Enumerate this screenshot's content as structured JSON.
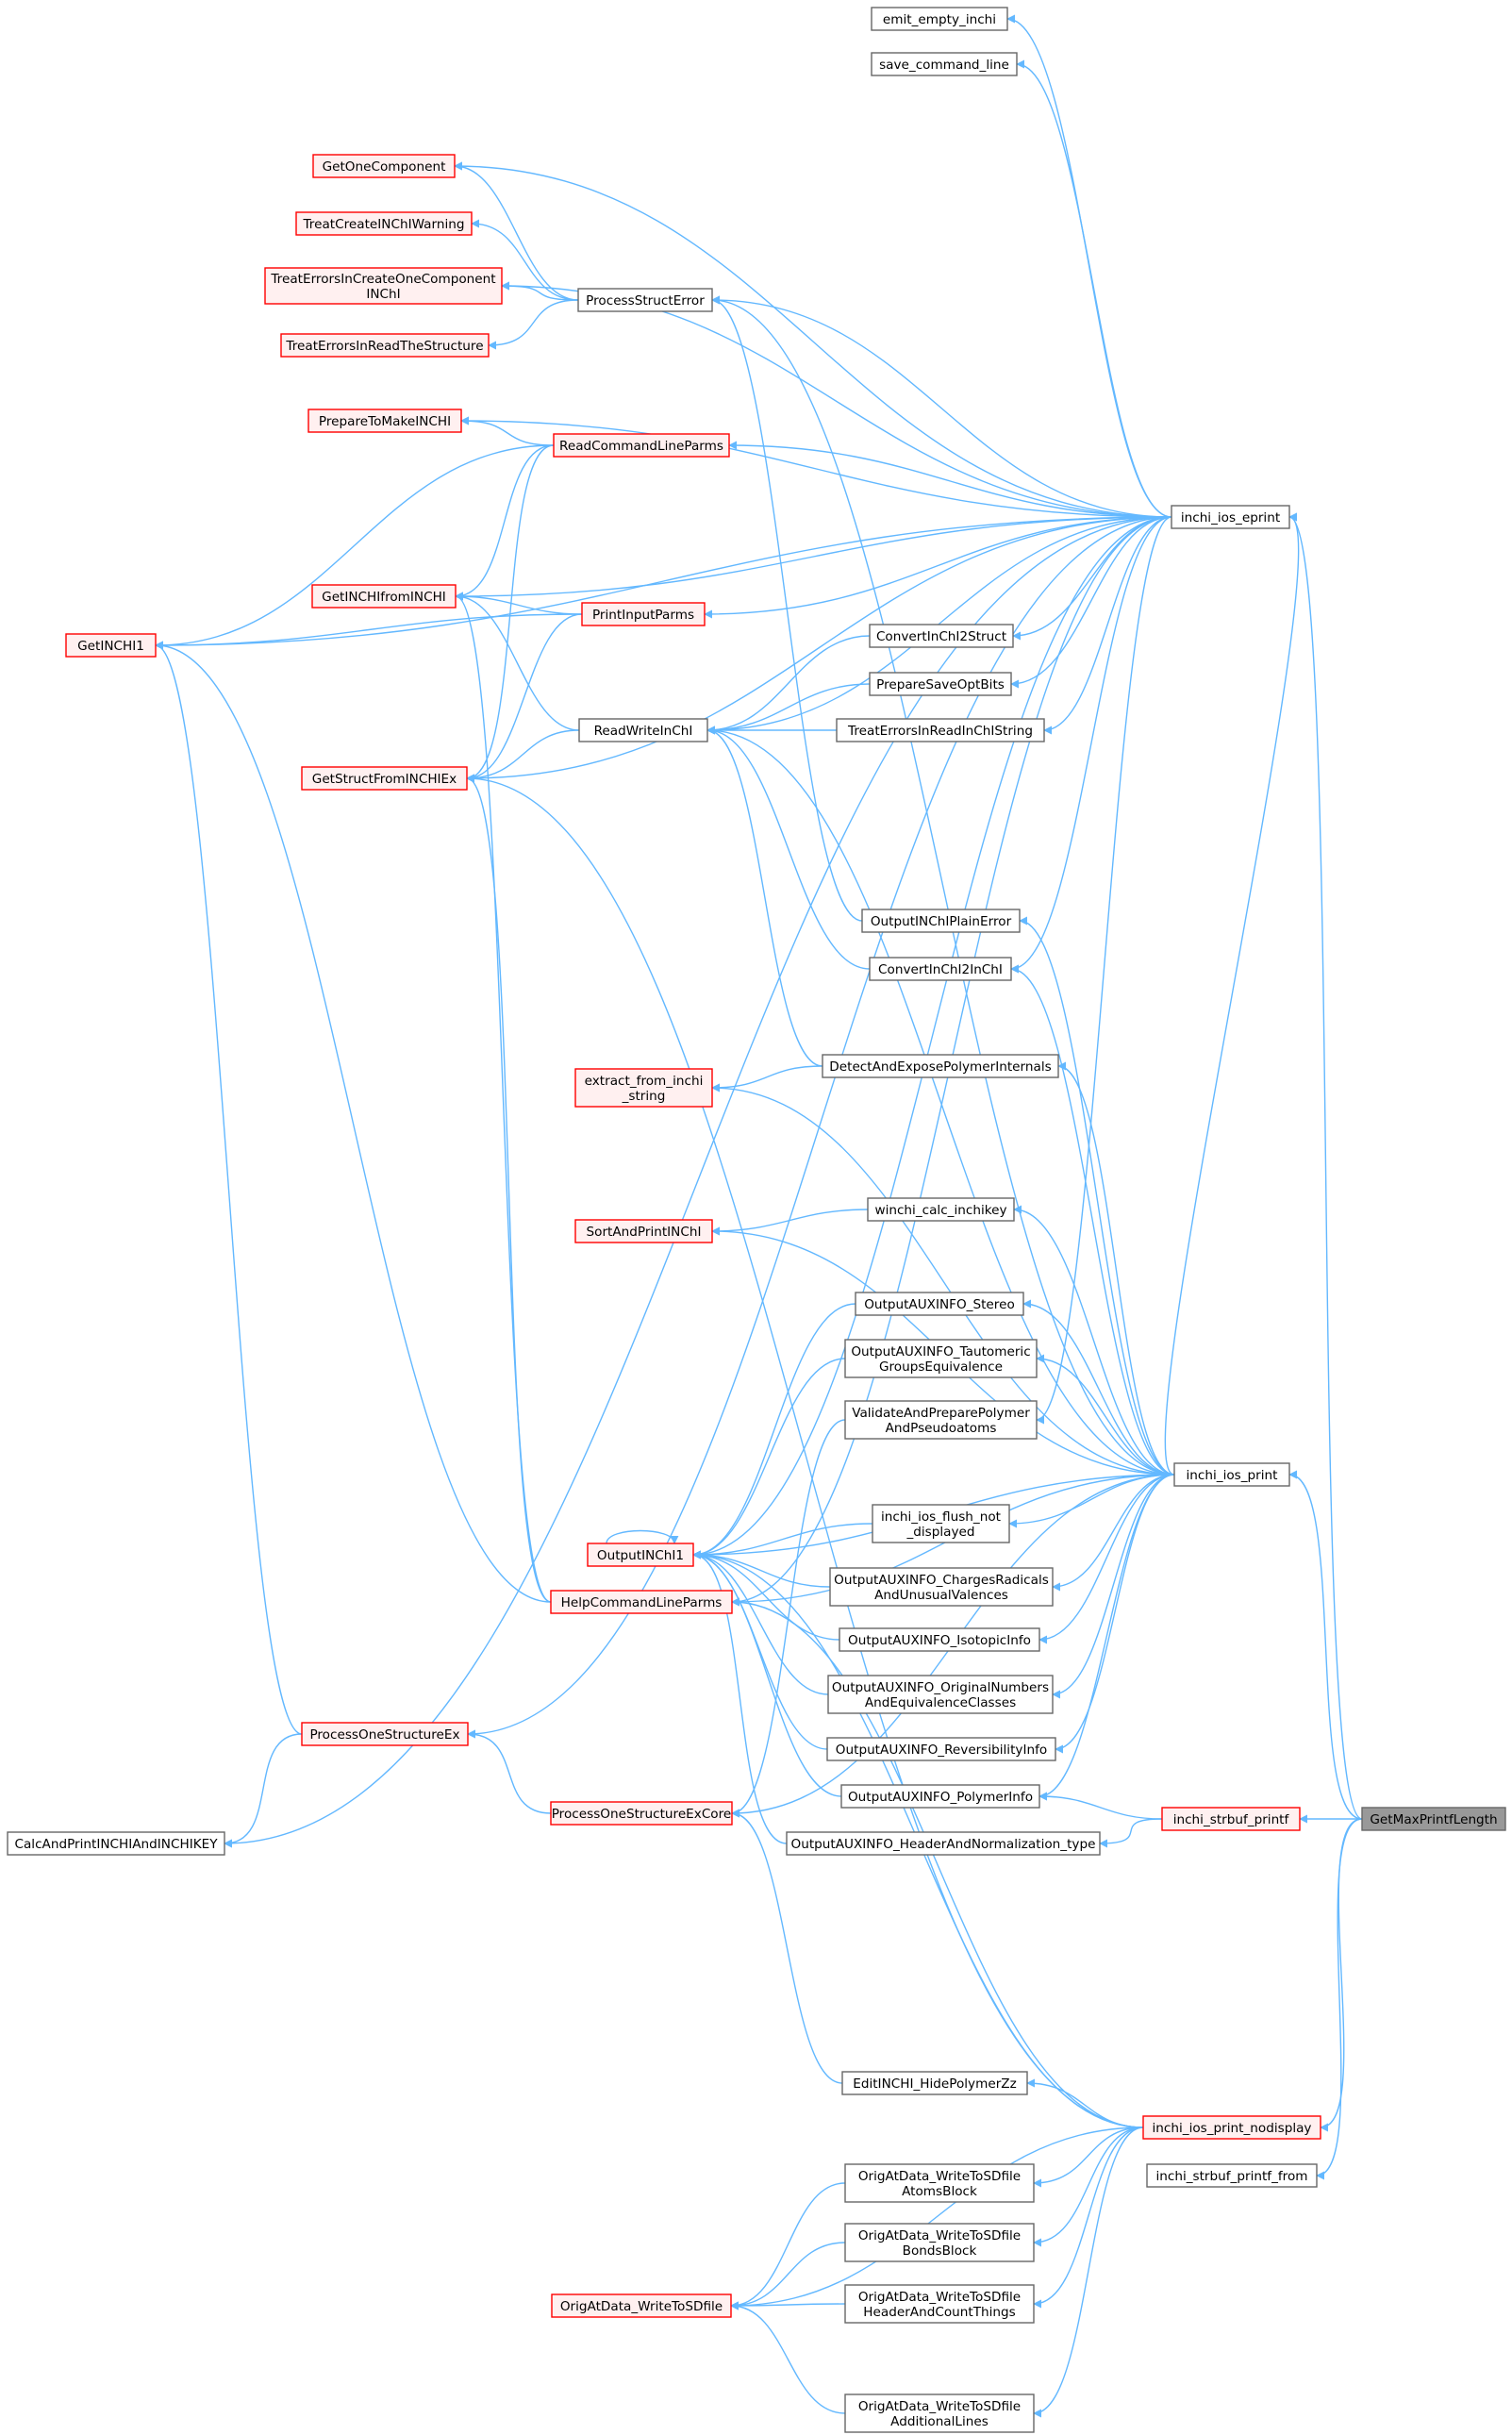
{
  "nodes": [
    {
      "id": "emit_empty_inchi",
      "lines": [
        "emit_empty_inchi"
      ],
      "style": "default"
    },
    {
      "id": "save_command_line",
      "lines": [
        "save_command_line"
      ],
      "style": "default"
    },
    {
      "id": "GetOneComponent",
      "lines": [
        "GetOneComponent"
      ],
      "style": "red"
    },
    {
      "id": "TreatCreateINChIWarning",
      "lines": [
        "TreatCreateINChIWarning"
      ],
      "style": "red"
    },
    {
      "id": "TreatErrorsInCreateOneComponentINChI",
      "lines": [
        "TreatErrorsInCreateOneComponent",
        "INChI"
      ],
      "style": "red"
    },
    {
      "id": "ProcessStructError",
      "lines": [
        "ProcessStructError"
      ],
      "style": "default"
    },
    {
      "id": "TreatErrorsInReadTheStructure",
      "lines": [
        "TreatErrorsInReadTheStructure"
      ],
      "style": "red"
    },
    {
      "id": "PrepareToMakeINCHI",
      "lines": [
        "PrepareToMakeINCHI"
      ],
      "style": "red"
    },
    {
      "id": "ReadCommandLineParms",
      "lines": [
        "ReadCommandLineParms"
      ],
      "style": "red"
    },
    {
      "id": "inchi_ios_eprint",
      "lines": [
        "inchi_ios_eprint"
      ],
      "style": "default"
    },
    {
      "id": "GetINCHIfromINCHI",
      "lines": [
        "GetINCHIfromINCHI"
      ],
      "style": "red"
    },
    {
      "id": "PrintInputParms",
      "lines": [
        "PrintInputParms"
      ],
      "style": "red"
    },
    {
      "id": "GetINCHI1",
      "lines": [
        "GetINCHI1"
      ],
      "style": "red"
    },
    {
      "id": "ConvertInChI2Struct",
      "lines": [
        "ConvertInChI2Struct"
      ],
      "style": "default"
    },
    {
      "id": "PrepareSaveOptBits",
      "lines": [
        "PrepareSaveOptBits"
      ],
      "style": "default"
    },
    {
      "id": "ReadWriteInChI",
      "lines": [
        "ReadWriteInChI"
      ],
      "style": "default"
    },
    {
      "id": "TreatErrorsInReadInChIString",
      "lines": [
        "TreatErrorsInReadInChIString"
      ],
      "style": "default"
    },
    {
      "id": "GetStructFromINCHIEx",
      "lines": [
        "GetStructFromINCHIEx"
      ],
      "style": "red"
    },
    {
      "id": "OutputINChIPlainError",
      "lines": [
        "OutputINChIPlainError"
      ],
      "style": "default"
    },
    {
      "id": "ConvertInChI2InChI",
      "lines": [
        "ConvertInChI2InChI"
      ],
      "style": "default"
    },
    {
      "id": "DetectAndExposePolymerInternals",
      "lines": [
        "DetectAndExposePolymerInternals"
      ],
      "style": "default"
    },
    {
      "id": "extract_from_inchi_string",
      "lines": [
        "extract_from_inchi",
        "_string"
      ],
      "style": "red"
    },
    {
      "id": "winchi_calc_inchikey",
      "lines": [
        "winchi_calc_inchikey"
      ],
      "style": "default"
    },
    {
      "id": "SortAndPrintINChI",
      "lines": [
        "SortAndPrintINChI"
      ],
      "style": "red"
    },
    {
      "id": "OutputAUXINFO_Stereo",
      "lines": [
        "OutputAUXINFO_Stereo"
      ],
      "style": "default"
    },
    {
      "id": "OutputAUXINFO_TautomericGroupsEquivalence",
      "lines": [
        "OutputAUXINFO_Tautomeric",
        "GroupsEquivalence"
      ],
      "style": "default"
    },
    {
      "id": "ValidateAndPreparePolymerAndPseudoatoms",
      "lines": [
        "ValidateAndPreparePolymer",
        "AndPseudoatoms"
      ],
      "style": "default"
    },
    {
      "id": "inchi_ios_print",
      "lines": [
        "inchi_ios_print"
      ],
      "style": "default"
    },
    {
      "id": "inchi_ios_flush_not_displayed",
      "lines": [
        "inchi_ios_flush_not",
        "_displayed"
      ],
      "style": "default"
    },
    {
      "id": "OutputINChI1",
      "lines": [
        "OutputINChI1"
      ],
      "style": "red"
    },
    {
      "id": "OutputAUXINFO_ChargesRadicalsAndUnusualValences",
      "lines": [
        "OutputAUXINFO_ChargesRadicals",
        "AndUnusualValences"
      ],
      "style": "default"
    },
    {
      "id": "HelpCommandLineParms",
      "lines": [
        "HelpCommandLineParms"
      ],
      "style": "red"
    },
    {
      "id": "OutputAUXINFO_IsotopicInfo",
      "lines": [
        "OutputAUXINFO_IsotopicInfo"
      ],
      "style": "default"
    },
    {
      "id": "OutputAUXINFO_OriginalNumbersAndEquivalenceClasses",
      "lines": [
        "OutputAUXINFO_OriginalNumbers",
        "AndEquivalenceClasses"
      ],
      "style": "default"
    },
    {
      "id": "ProcessOneStructureEx",
      "lines": [
        "ProcessOneStructureEx"
      ],
      "style": "red"
    },
    {
      "id": "OutputAUXINFO_ReversibilityInfo",
      "lines": [
        "OutputAUXINFO_ReversibilityInfo"
      ],
      "style": "default"
    },
    {
      "id": "OutputAUXINFO_PolymerInfo",
      "lines": [
        "OutputAUXINFO_PolymerInfo"
      ],
      "style": "default"
    },
    {
      "id": "inchi_strbuf_printf",
      "lines": [
        "inchi_strbuf_printf"
      ],
      "style": "red"
    },
    {
      "id": "GetMaxPrintfLength",
      "lines": [
        "GetMaxPrintfLength"
      ],
      "style": "focus"
    },
    {
      "id": "CalcAndPrintINCHIAndINCHIKEY",
      "lines": [
        "CalcAndPrintINCHIAndINCHIKEY"
      ],
      "style": "default"
    },
    {
      "id": "ProcessOneStructureExCore",
      "lines": [
        "ProcessOneStructureExCore"
      ],
      "style": "red"
    },
    {
      "id": "OutputAUXINFO_HeaderAndNormalization_type",
      "lines": [
        "OutputAUXINFO_HeaderAndNormalization_type"
      ],
      "style": "default"
    },
    {
      "id": "EditINCHI_HidePolymerZz",
      "lines": [
        "EditINCHI_HidePolymerZz"
      ],
      "style": "default"
    },
    {
      "id": "inchi_ios_print_nodisplay",
      "lines": [
        "inchi_ios_print_nodisplay"
      ],
      "style": "red"
    },
    {
      "id": "inchi_strbuf_printf_from",
      "lines": [
        "inchi_strbuf_printf_from"
      ],
      "style": "default"
    },
    {
      "id": "OrigAtData_WriteToSDfileAtomsBlock",
      "lines": [
        "OrigAtData_WriteToSDfile",
        "AtomsBlock"
      ],
      "style": "default"
    },
    {
      "id": "OrigAtData_WriteToSDfileBondsBlock",
      "lines": [
        "OrigAtData_WriteToSDfile",
        "BondsBlock"
      ],
      "style": "default"
    },
    {
      "id": "OrigAtData_WriteToSDfile",
      "lines": [
        "OrigAtData_WriteToSDfile"
      ],
      "style": "red"
    },
    {
      "id": "OrigAtData_WriteToSDfileHeaderAndCountThings",
      "lines": [
        "OrigAtData_WriteToSDfile",
        "HeaderAndCountThings"
      ],
      "style": "default"
    },
    {
      "id": "OrigAtData_WriteToSDfileAdditionalLines",
      "lines": [
        "OrigAtData_WriteToSDfile",
        "AdditionalLines"
      ],
      "style": "default"
    }
  ],
  "edges": [
    [
      "inchi_ios_eprint",
      "emit_empty_inchi"
    ],
    [
      "inchi_ios_eprint",
      "save_command_line"
    ],
    [
      "inchi_ios_eprint",
      "GetOneComponent"
    ],
    [
      "inchi_ios_eprint",
      "TreatErrorsInCreateOneComponentINChI"
    ],
    [
      "inchi_ios_eprint",
      "ProcessStructError"
    ],
    [
      "inchi_ios_eprint",
      "PrepareToMakeINCHI"
    ],
    [
      "inchi_ios_eprint",
      "ReadCommandLineParms"
    ],
    [
      "inchi_ios_eprint",
      "GetINCHIfromINCHI"
    ],
    [
      "inchi_ios_eprint",
      "PrintInputParms"
    ],
    [
      "inchi_ios_eprint",
      "GetINCHI1"
    ],
    [
      "inchi_ios_eprint",
      "ConvertInChI2Struct"
    ],
    [
      "inchi_ios_eprint",
      "PrepareSaveOptBits"
    ],
    [
      "inchi_ios_eprint",
      "TreatErrorsInReadInChIString"
    ],
    [
      "inchi_ios_eprint",
      "ReadWriteInChI"
    ],
    [
      "inchi_ios_eprint",
      "GetStructFromINCHIEx"
    ],
    [
      "inchi_ios_eprint",
      "ProcessOneStructureEx"
    ],
    [
      "inchi_ios_eprint",
      "ConvertInChI2InChI"
    ],
    [
      "inchi_ios_eprint",
      "ValidateAndPreparePolymerAndPseudoatoms"
    ],
    [
      "inchi_ios_eprint",
      "OutputINChI1"
    ],
    [
      "inchi_ios_eprint",
      "HelpCommandLineParms"
    ],
    [
      "inchi_ios_eprint",
      "CalcAndPrintINCHIAndINCHIKEY"
    ],
    [
      "ProcessStructError",
      "GetOneComponent"
    ],
    [
      "ProcessStructError",
      "TreatCreateINChIWarning"
    ],
    [
      "ProcessStructError",
      "TreatErrorsInCreateOneComponentINChI"
    ],
    [
      "ProcessStructError",
      "TreatErrorsInReadTheStructure"
    ],
    [
      "ReadCommandLineParms",
      "PrepareToMakeINCHI"
    ],
    [
      "ReadCommandLineParms",
      "GetINCHIfromINCHI"
    ],
    [
      "ReadCommandLineParms",
      "GetINCHI1"
    ],
    [
      "ReadCommandLineParms",
      "GetStructFromINCHIEx"
    ],
    [
      "PrintInputParms",
      "GetINCHIfromINCHI"
    ],
    [
      "PrintInputParms",
      "GetINCHI1"
    ],
    [
      "PrintInputParms",
      "GetStructFromINCHIEx"
    ],
    [
      "ReadWriteInChI",
      "GetINCHIfromINCHI"
    ],
    [
      "ReadWriteInChI",
      "GetStructFromINCHIEx"
    ],
    [
      "ConvertInChI2Struct",
      "ReadWriteInChI"
    ],
    [
      "PrepareSaveOptBits",
      "ReadWriteInChI"
    ],
    [
      "TreatErrorsInReadInChIString",
      "ReadWriteInChI"
    ],
    [
      "ConvertInChI2InChI",
      "ReadWriteInChI"
    ],
    [
      "DetectAndExposePolymerInternals",
      "ReadWriteInChI"
    ],
    [
      "DetectAndExposePolymerInternals",
      "extract_from_inchi_string"
    ],
    [
      "OutputINChIPlainError",
      "ProcessStructError"
    ],
    [
      "winchi_calc_inchikey",
      "SortAndPrintINChI"
    ],
    [
      "OutputAUXINFO_Stereo",
      "OutputINChI1"
    ],
    [
      "OutputAUXINFO_TautomericGroupsEquivalence",
      "OutputINChI1"
    ],
    [
      "ValidateAndPreparePolymerAndPseudoatoms",
      "ProcessOneStructureExCore"
    ],
    [
      "inchi_ios_flush_not_displayed",
      "OutputINChI1"
    ],
    [
      "OutputAUXINFO_ChargesRadicalsAndUnusualValences",
      "OutputINChI1"
    ],
    [
      "OutputAUXINFO_IsotopicInfo",
      "OutputINChI1"
    ],
    [
      "OutputAUXINFO_OriginalNumbersAndEquivalenceClasses",
      "OutputINChI1"
    ],
    [
      "OutputAUXINFO_ReversibilityInfo",
      "OutputINChI1"
    ],
    [
      "OutputAUXINFO_PolymerInfo",
      "OutputINChI1"
    ],
    [
      "OutputAUXINFO_HeaderAndNormalization_type",
      "OutputINChI1"
    ],
    [
      "OutputINChI1",
      "OutputINChI1"
    ],
    [
      "HelpCommandLineParms",
      "GetINCHIfromINCHI"
    ],
    [
      "HelpCommandLineParms",
      "GetINCHI1"
    ],
    [
      "HelpCommandLineParms",
      "GetStructFromINCHIEx"
    ],
    [
      "ProcessOneStructureEx",
      "GetINCHI1"
    ],
    [
      "ProcessOneStructureEx",
      "CalcAndPrintINCHIAndINCHIKEY"
    ],
    [
      "ProcessOneStructureExCore",
      "ProcessOneStructureEx"
    ],
    [
      "EditINCHI_HidePolymerZz",
      "ProcessOneStructureExCore"
    ],
    [
      "inchi_ios_print",
      "inchi_ios_eprint"
    ],
    [
      "inchi_ios_print",
      "OutputINChIPlainError"
    ],
    [
      "inchi_ios_print",
      "ConvertInChI2InChI"
    ],
    [
      "inchi_ios_print",
      "DetectAndExposePolymerInternals"
    ],
    [
      "inchi_ios_print",
      "extract_from_inchi_string"
    ],
    [
      "inchi_ios_print",
      "winchi_calc_inchikey"
    ],
    [
      "inchi_ios_print",
      "SortAndPrintINChI"
    ],
    [
      "inchi_ios_print",
      "OutputAUXINFO_Stereo"
    ],
    [
      "inchi_ios_print",
      "OutputAUXINFO_TautomericGroupsEquivalence"
    ],
    [
      "inchi_ios_print",
      "OutputINChI1"
    ],
    [
      "inchi_ios_print",
      "inchi_ios_flush_not_displayed"
    ],
    [
      "inchi_ios_print",
      "OutputAUXINFO_ChargesRadicalsAndUnusualValences"
    ],
    [
      "inchi_ios_print",
      "OutputAUXINFO_IsotopicInfo"
    ],
    [
      "inchi_ios_print",
      "OutputAUXINFO_OriginalNumbersAndEquivalenceClasses"
    ],
    [
      "inchi_ios_print",
      "OutputAUXINFO_ReversibilityInfo"
    ],
    [
      "inchi_ios_print",
      "OutputAUXINFO_PolymerInfo"
    ],
    [
      "inchi_ios_print",
      "HelpCommandLineParms"
    ],
    [
      "inchi_ios_print",
      "ProcessStructError"
    ],
    [
      "inchi_ios_print",
      "ReadWriteInChI"
    ],
    [
      "inchi_ios_print",
      "ProcessOneStructureExCore"
    ],
    [
      "inchi_strbuf_printf",
      "OutputAUXINFO_PolymerInfo"
    ],
    [
      "inchi_strbuf_printf",
      "OutputAUXINFO_HeaderAndNormalization_type"
    ],
    [
      "inchi_ios_print_nodisplay",
      "EditINCHI_HidePolymerZz"
    ],
    [
      "inchi_ios_print_nodisplay",
      "OrigAtData_WriteToSDfileAtomsBlock"
    ],
    [
      "inchi_ios_print_nodisplay",
      "OrigAtData_WriteToSDfileBondsBlock"
    ],
    [
      "inchi_ios_print_nodisplay",
      "OrigAtData_WriteToSDfileHeaderAndCountThings"
    ],
    [
      "inchi_ios_print_nodisplay",
      "OrigAtData_WriteToSDfileAdditionalLines"
    ],
    [
      "inchi_ios_print_nodisplay",
      "OrigAtData_WriteToSDfile"
    ],
    [
      "inchi_ios_print_nodisplay",
      "OutputINChI1"
    ],
    [
      "inchi_ios_print_nodisplay",
      "HelpCommandLineParms"
    ],
    [
      "inchi_ios_print_nodisplay",
      "GetStructFromINCHIEx"
    ],
    [
      "OrigAtData_WriteToSDfileAtomsBlock",
      "OrigAtData_WriteToSDfile"
    ],
    [
      "OrigAtData_WriteToSDfileBondsBlock",
      "OrigAtData_WriteToSDfile"
    ],
    [
      "OrigAtData_WriteToSDfileHeaderAndCountThings",
      "OrigAtData_WriteToSDfile"
    ],
    [
      "OrigAtData_WriteToSDfileAdditionalLines",
      "OrigAtData_WriteToSDfile"
    ],
    [
      "GetMaxPrintfLength",
      "inchi_ios_eprint"
    ],
    [
      "GetMaxPrintfLength",
      "inchi_ios_print"
    ],
    [
      "GetMaxPrintfLength",
      "inchi_strbuf_printf"
    ],
    [
      "GetMaxPrintfLength",
      "inchi_ios_print_nodisplay"
    ],
    [
      "GetMaxPrintfLength",
      "inchi_strbuf_printf_from"
    ]
  ],
  "colors": {
    "edge": "#63b8ff",
    "default_border": "#666666",
    "default_fill": "#ffffff",
    "red_border": "#ff0000",
    "red_fill": "#fff0f0",
    "focus_fill": "#999999",
    "focus_border": "#666666"
  }
}
